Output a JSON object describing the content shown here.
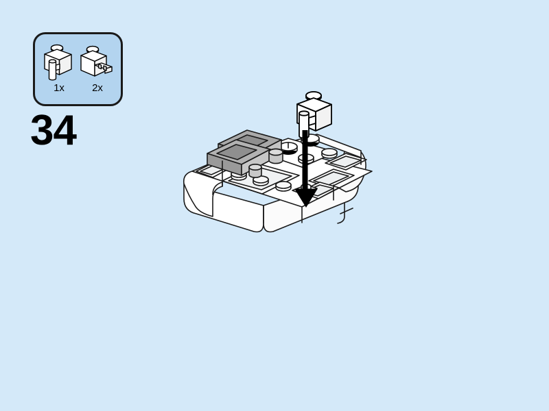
{
  "page": {
    "background_color": "#d4e9f9",
    "kind": "lego-building-instruction-step"
  },
  "step": {
    "number": "34",
    "label_name": "step-number"
  },
  "parts_box": {
    "background_color": "#b3d4ef",
    "border_color": "#1a1a1a",
    "items": [
      {
        "count": "1x",
        "icon": "brick-1x1-with-vertical-clip-icon",
        "color": "#ffffff",
        "description": "1x1 brick with vertical bar/clip"
      },
      {
        "count": "2x",
        "icon": "brick-1x1-with-horizontal-clip-icon",
        "color": "#ffffff",
        "description": "1x1 brick with horizontal clip"
      }
    ]
  },
  "illustration": {
    "model_name": "vehicle-chassis-assembly",
    "floating_part": {
      "icon": "brick-1x1-with-vertical-clip-icon",
      "color": "#ffffff",
      "description": "1x1 brick with vertical bar being added"
    },
    "arrow": {
      "icon": "down-arrow-icon",
      "color": "#000000",
      "direction": "down",
      "description": "placement arrow pointing to attachment location"
    },
    "colors": {
      "brick_white": "#ffffff",
      "brick_grey": "#a9a9a9",
      "brick_grey_light": "#cfcfcf",
      "stud_black": "#000000",
      "outline": "#000000"
    }
  }
}
